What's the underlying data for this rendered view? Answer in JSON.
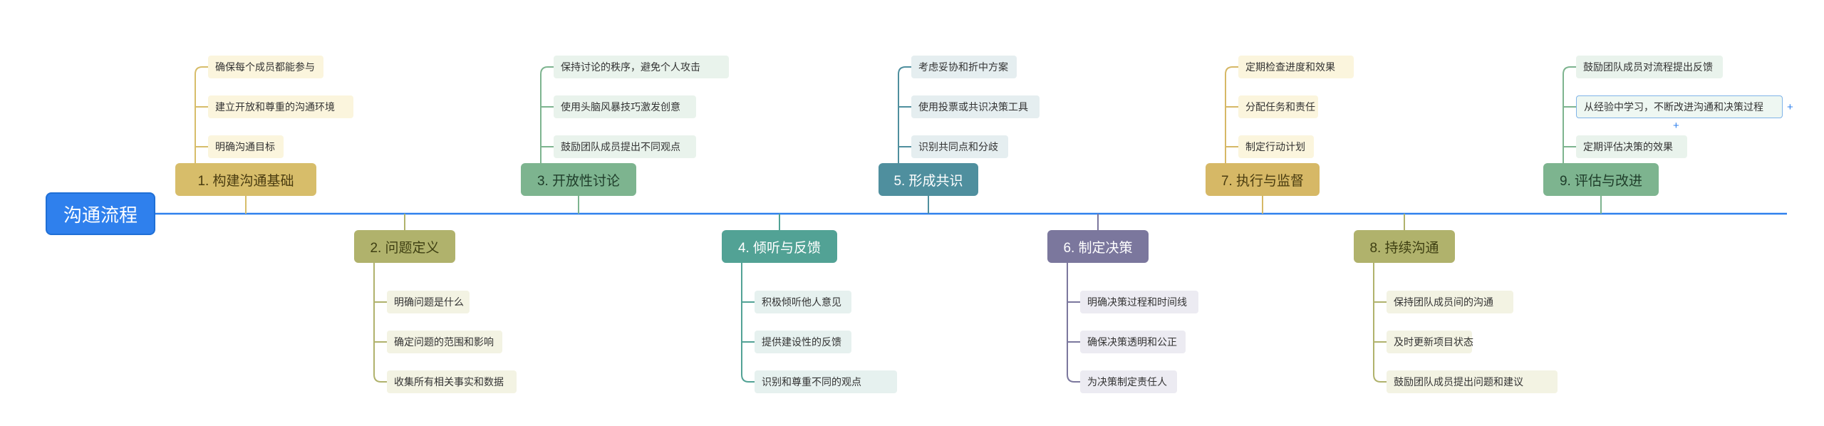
{
  "root": {
    "label": "沟通流程"
  },
  "branches": [
    {
      "label": "1. 构建沟通基础",
      "color": "#d7bd6a",
      "text_color": "#4a3c10",
      "leaf_bg": "#fbf5dd",
      "children": [
        "确保每个成员都能参与",
        "建立开放和尊重的沟通环境",
        "明确沟通目标"
      ]
    },
    {
      "label": "2. 问题定义",
      "color": "#b0b26c",
      "text_color": "#3e3f12",
      "leaf_bg": "#f3f3e3",
      "children": [
        "明确问题是什么",
        "确定问题的范围和影响",
        "收集所有相关事实和数据"
      ]
    },
    {
      "label": "3. 开放性讨论",
      "color": "#7db48f",
      "text_color": "#1f3d2a",
      "leaf_bg": "#e9f3ec",
      "children": [
        "保持讨论的秩序，避免个人攻击",
        "使用头脑风暴技巧激发创意",
        "鼓励团队成员提出不同观点"
      ]
    },
    {
      "label": "4. 倾听与反馈",
      "color": "#52a295",
      "text_color": "#ffffff",
      "leaf_bg": "#e6f1ef",
      "children": [
        "积极倾听他人意见",
        "提供建设性的反馈",
        "识别和尊重不同的观点"
      ]
    },
    {
      "label": "5. 形成共识",
      "color": "#4f8f9e",
      "text_color": "#ffffff",
      "leaf_bg": "#e5eef0",
      "children": [
        "考虑妥协和折中方案",
        "使用投票或共识决策工具",
        "识别共同点和分歧"
      ]
    },
    {
      "label": "6. 制定决策",
      "color": "#7b779d",
      "text_color": "#ffffff",
      "leaf_bg": "#ecebf2",
      "children": [
        "明确决策过程和时间线",
        "确保决策透明和公正",
        "为决策制定责任人"
      ]
    },
    {
      "label": "7. 执行与监督",
      "color": "#d6b866",
      "text_color": "#4a3c10",
      "leaf_bg": "#fbf5dd",
      "children": [
        "定期检查进度和效果",
        "分配任务和责任",
        "制定行动计划"
      ]
    },
    {
      "label": "8. 持续沟通",
      "color": "#b0b26c",
      "text_color": "#3e3f12",
      "leaf_bg": "#f3f3e3",
      "children": [
        "保持团队成员间的沟通",
        "及时更新项目状态",
        "鼓励团队成员提出问题和建议"
      ]
    },
    {
      "label": "9. 评估与改进",
      "color": "#7db48f",
      "text_color": "#1f3d2a",
      "leaf_bg": "#e9f3ec",
      "children": [
        "鼓励团队成员对流程提出反馈",
        "从经验中学习，不断改进沟通和决策过程",
        "定期评估决策的效果"
      ]
    }
  ],
  "axis_color": "#2f80ed",
  "selected": {
    "branch": 8,
    "child": 1
  }
}
